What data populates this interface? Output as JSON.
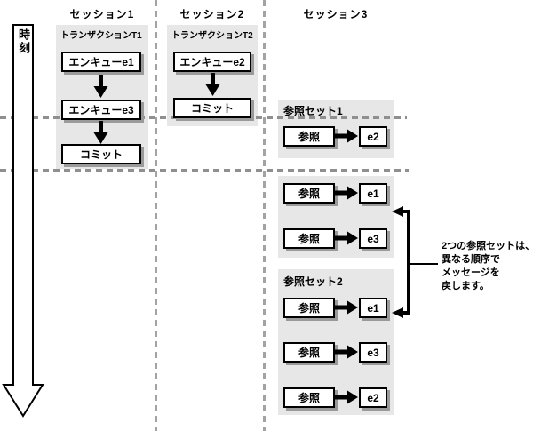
{
  "time_axis": {
    "label": "時刻"
  },
  "sessions": [
    {
      "title": "セッション1",
      "transaction_label": "トランザクションT1",
      "steps": [
        "エンキューe1",
        "エンキューe3",
        "コミット"
      ]
    },
    {
      "title": "セッション2",
      "transaction_label": "トランザクションT2",
      "steps": [
        "エンキューe2",
        "コミット"
      ]
    },
    {
      "title": "セッション3"
    }
  ],
  "reference_sets": {
    "set1": {
      "label": "参照セット1",
      "rows": [
        {
          "action": "参照",
          "message": "e2"
        }
      ]
    },
    "set1_continued": {
      "rows": [
        {
          "action": "参照",
          "message": "e1"
        },
        {
          "action": "参照",
          "message": "e3"
        }
      ]
    },
    "set2": {
      "label": "参照セット2",
      "rows": [
        {
          "action": "参照",
          "message": "e1"
        },
        {
          "action": "参照",
          "message": "e3"
        },
        {
          "action": "参照",
          "message": "e2"
        }
      ]
    }
  },
  "annotation": {
    "text_lines": [
      "2つの参照セットは、",
      "異なる順序で",
      "メッセージを",
      "戻します。"
    ]
  },
  "colors": {
    "background": "#ffffff",
    "panel_gray": "#e7e7e7",
    "dashed_line_gray": "#9a9a9a",
    "box_border": "#000000",
    "box_shadow": "#9a9a9a"
  }
}
